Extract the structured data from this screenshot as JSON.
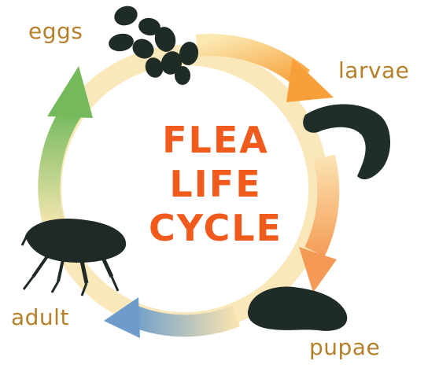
{
  "title": {
    "line1": "FLEA",
    "line2": "LIFE",
    "line3": "CYCLE"
  },
  "stages": {
    "eggs": "eggs",
    "larvae": "larvae",
    "pupae": "pupae",
    "adult": "adult"
  },
  "colors": {
    "label_text": "#b6802a",
    "title_text": "#f05a1c",
    "ring_yellow": "#f8e3a6",
    "arrow_orange": "#f8a040",
    "arrow_green": "#7fbf62",
    "arrow_blue": "#6b9cc8",
    "silhouette": "#1e2a24"
  }
}
